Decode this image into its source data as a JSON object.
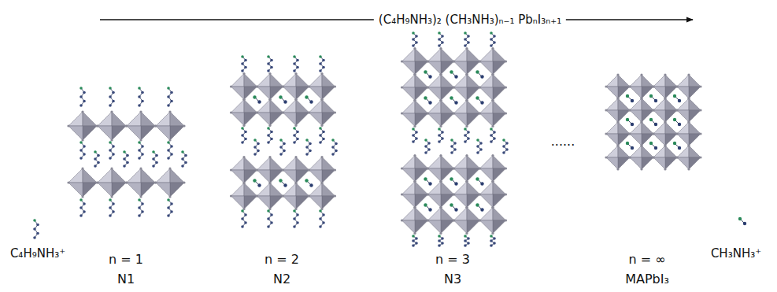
{
  "diagram": {
    "labels": [
      "(C₄H₉NH₃)₂ (CH₃NH₃)ₙ₋₁ PbₙI₃ₙ₊₁",
      "C₄H₉NH₃⁺",
      "n = 1",
      "N1",
      "n = 2",
      "N2",
      "n = 3",
      "N3",
      "......",
      "n = ∞",
      "MAPbI₃",
      "CH₃NH₃⁺"
    ]
  }
}
